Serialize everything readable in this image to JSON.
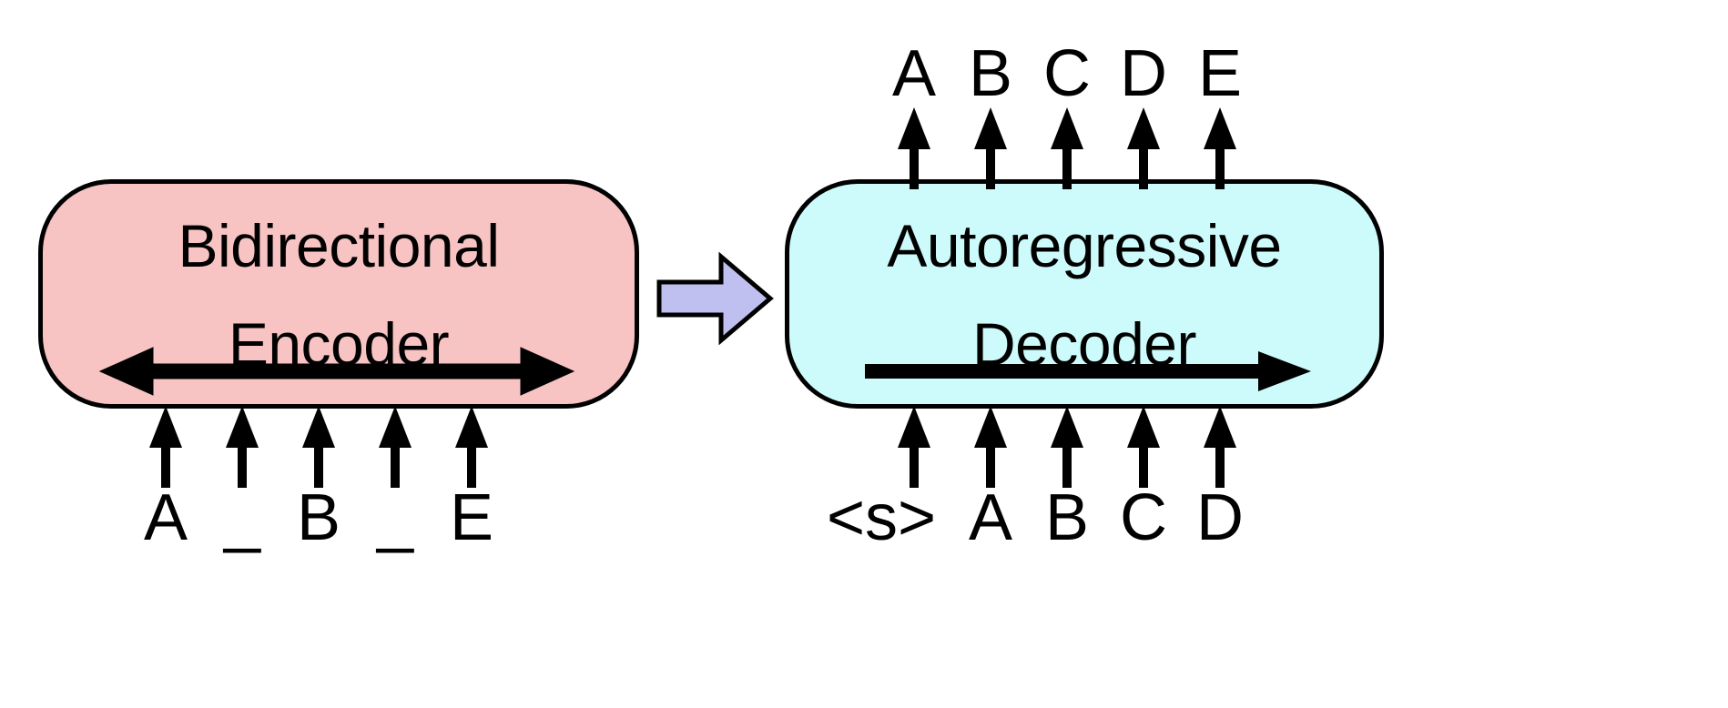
{
  "diagram": {
    "title": "BART encoder-decoder architecture",
    "background_color": "#ffffff"
  },
  "encoder": {
    "label_line1": "Bidirectional",
    "label_line2": "Encoder",
    "fill_color": "#f7c3c3",
    "stroke_color": "#000000",
    "inner_arrow": "bidirectional-arrow",
    "input_tokens": [
      "A",
      "_",
      "B",
      "_",
      "E"
    ],
    "input_arrow_count": 5
  },
  "connector": {
    "icon": "block-arrow-right",
    "fill_color": "#bfbff0",
    "stroke_color": "#000000"
  },
  "decoder": {
    "label_line1": "Autoregressive",
    "label_line2": "Decoder",
    "fill_color": "#cdfbfb",
    "stroke_color": "#000000",
    "inner_arrow": "rightward-arrow",
    "input_tokens": [
      "<s>",
      "A",
      "B",
      "C",
      "D"
    ],
    "output_tokens": [
      "A",
      "B",
      "C",
      "D",
      "E"
    ],
    "input_arrow_count": 5,
    "output_arrow_count": 5
  }
}
